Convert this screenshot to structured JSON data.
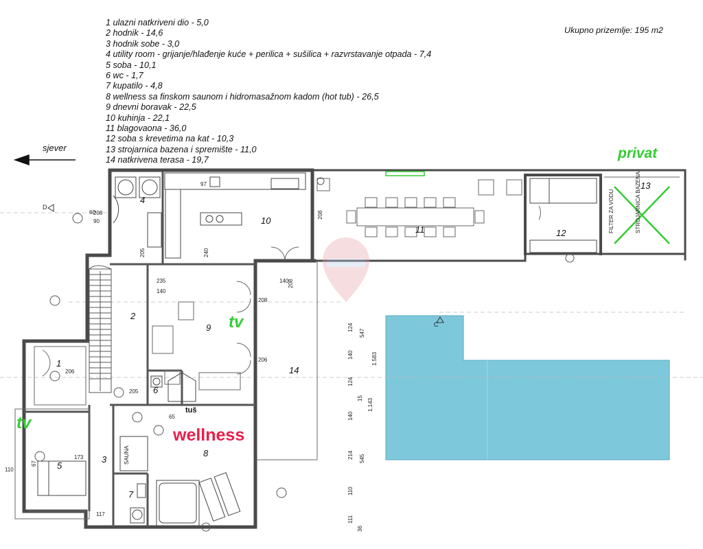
{
  "legend": [
    "1 ulazni natkriveni dio  - 5,0",
    "2 hodnik - 14,6",
    "3 hodnik sobe - 3,0",
    "4 utility room - grijanje/hlađenje kuće + perilica + sušilica + razvrstavanje otpada - 7,4",
    "5 soba - 10,1",
    "6 wc - 1,7",
    "7 kupatilo - 4,8",
    "8 wellness sa finskom  saunom i hidromasažnom kadom  (hot tub) - 26,5",
    "9 dnevni boravak - 22,5",
    "10 kuhinja - 22,1",
    "11 blagovaona - 36,0",
    "12 soba s krevetima na kat - 10,3",
    "13 strojarnica bazena i spremište - 11,0",
    "14 natkrivena terasa - 19,7"
  ],
  "total_area": "Ukupno prizemlje: 195 m2",
  "north_label": "sjever",
  "privat_label": "privat",
  "tv_label": "tv",
  "wellness_label": "wellness",
  "room_numbers": [
    "1",
    "2",
    "3",
    "4",
    "5",
    "6",
    "7",
    "8",
    "9",
    "10",
    "11",
    "12",
    "13",
    "14"
  ],
  "annotations": {
    "sauna": "SAUNA",
    "shower": "tuš",
    "filter": "FILTER ZA VODU",
    "pump_room": "STROJARNICA BAZENA",
    "section_c": "C",
    "section_d": "D"
  },
  "dimensions": [
    "97",
    "208",
    "90",
    "140",
    "235",
    "240",
    "205",
    "206",
    "140",
    "208",
    "208",
    "205",
    "65",
    "206",
    "173",
    "110",
    "67",
    "124",
    "547",
    "140",
    "1.583",
    "124",
    "15",
    "1.143",
    "140",
    "214",
    "545",
    "110",
    "111",
    "36",
    "117",
    "60",
    "208"
  ],
  "colors": {
    "wall": "#4a4a4a",
    "pool": "#7ec8dc",
    "accent_green": "#33cc33",
    "accent_red": "#e8204b"
  }
}
